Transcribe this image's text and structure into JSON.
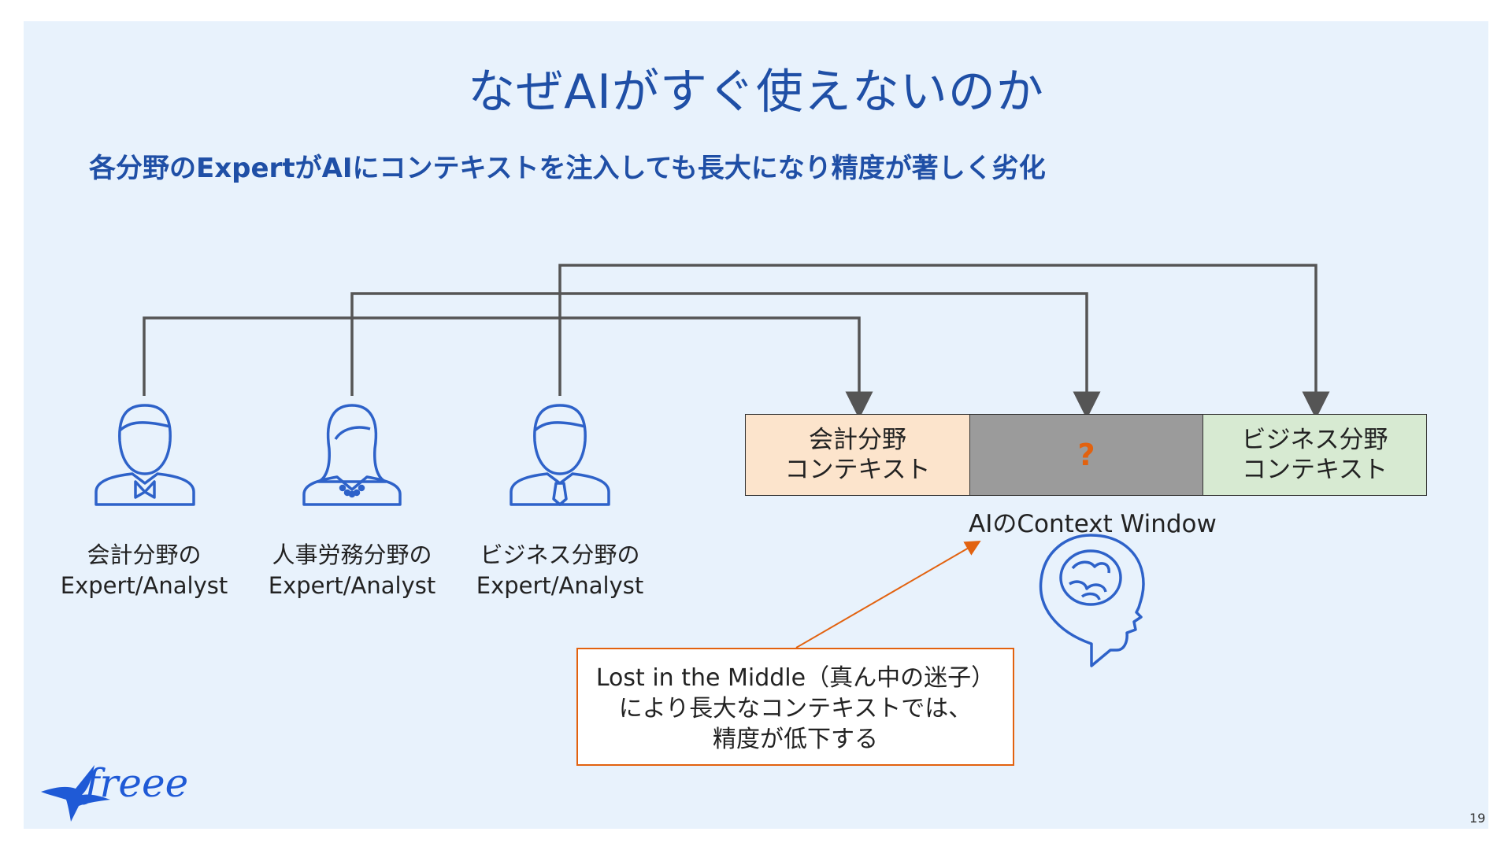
{
  "slide": {
    "title": "なぜAIがすぐ使えないのか",
    "subtitle": "各分野のExpertがAIにコンテキストを注入しても長大になり精度が著しく劣化",
    "page_number": "19"
  },
  "people": [
    {
      "line1": "会計分野の",
      "line2": "Expert/Analyst",
      "icon": "male-person-bowtie-icon"
    },
    {
      "line1": "人事労務分野の",
      "line2": "Expert/Analyst",
      "icon": "female-person-necklace-icon"
    },
    {
      "line1": "ビジネス分野の",
      "line2": "Expert/Analyst",
      "icon": "male-person-tie-icon"
    }
  ],
  "context_window": {
    "accounting": {
      "line1": "会計分野",
      "line2": "コンテキスト"
    },
    "middle": "?",
    "business": {
      "line1": "ビジネス分野",
      "line2": "コンテキスト"
    },
    "caption": "AIのContext Window",
    "brain_icon": "head-brain-icon"
  },
  "note": {
    "line1": "Lost in the Middle（真ん中の迷子）",
    "line2": "により長大なコンテキストでは、",
    "line3": "精度が低下する"
  },
  "logo": {
    "text": "freee",
    "icon": "swallow-bird-icon"
  },
  "colors": {
    "background": "#e8f2fc",
    "title": "#1f4fa6",
    "icon_blue": "#2e62c9",
    "accent_orange": "#e2620f",
    "accounting_fill": "#fce4cc",
    "middle_fill": "#9b9b9b",
    "business_fill": "#d7ead2"
  }
}
